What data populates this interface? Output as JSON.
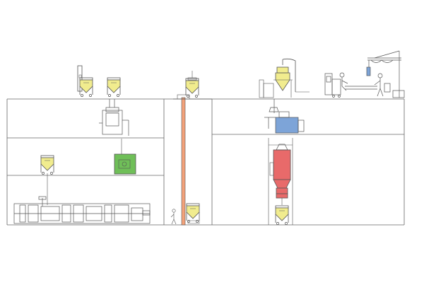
{
  "diagram": {
    "description_visible_text": [],
    "colors": {
      "line": "#555555",
      "bin_yellow": "#f1ec8e",
      "coater_green": "#6fbf58",
      "dryer_red": "#e86a6a",
      "mixer_blue": "#7da4d8",
      "elevator_orange": "#f3a27a"
    },
    "equipment": [
      {
        "name": "ibc-bin",
        "floor": "top"
      },
      {
        "name": "ibc-bin",
        "floor": "top"
      },
      {
        "name": "lift-bin",
        "floor": "top"
      },
      {
        "name": "blender",
        "floor": "top"
      },
      {
        "name": "operator-workstation",
        "floor": "top"
      },
      {
        "name": "jib-crane",
        "floor": "top"
      },
      {
        "name": "hopper-station",
        "floor": "third"
      },
      {
        "name": "blue-mixer",
        "floor": "third"
      },
      {
        "name": "ibc-bin",
        "floor": "second"
      },
      {
        "name": "coating-drum",
        "floor": "second"
      },
      {
        "name": "fluid-bed-dryer",
        "floor": "second"
      },
      {
        "name": "tablet-press-line",
        "floor": "ground"
      },
      {
        "name": "lift-bin",
        "floor": "ground"
      },
      {
        "name": "discharge-bin",
        "floor": "ground"
      }
    ]
  }
}
